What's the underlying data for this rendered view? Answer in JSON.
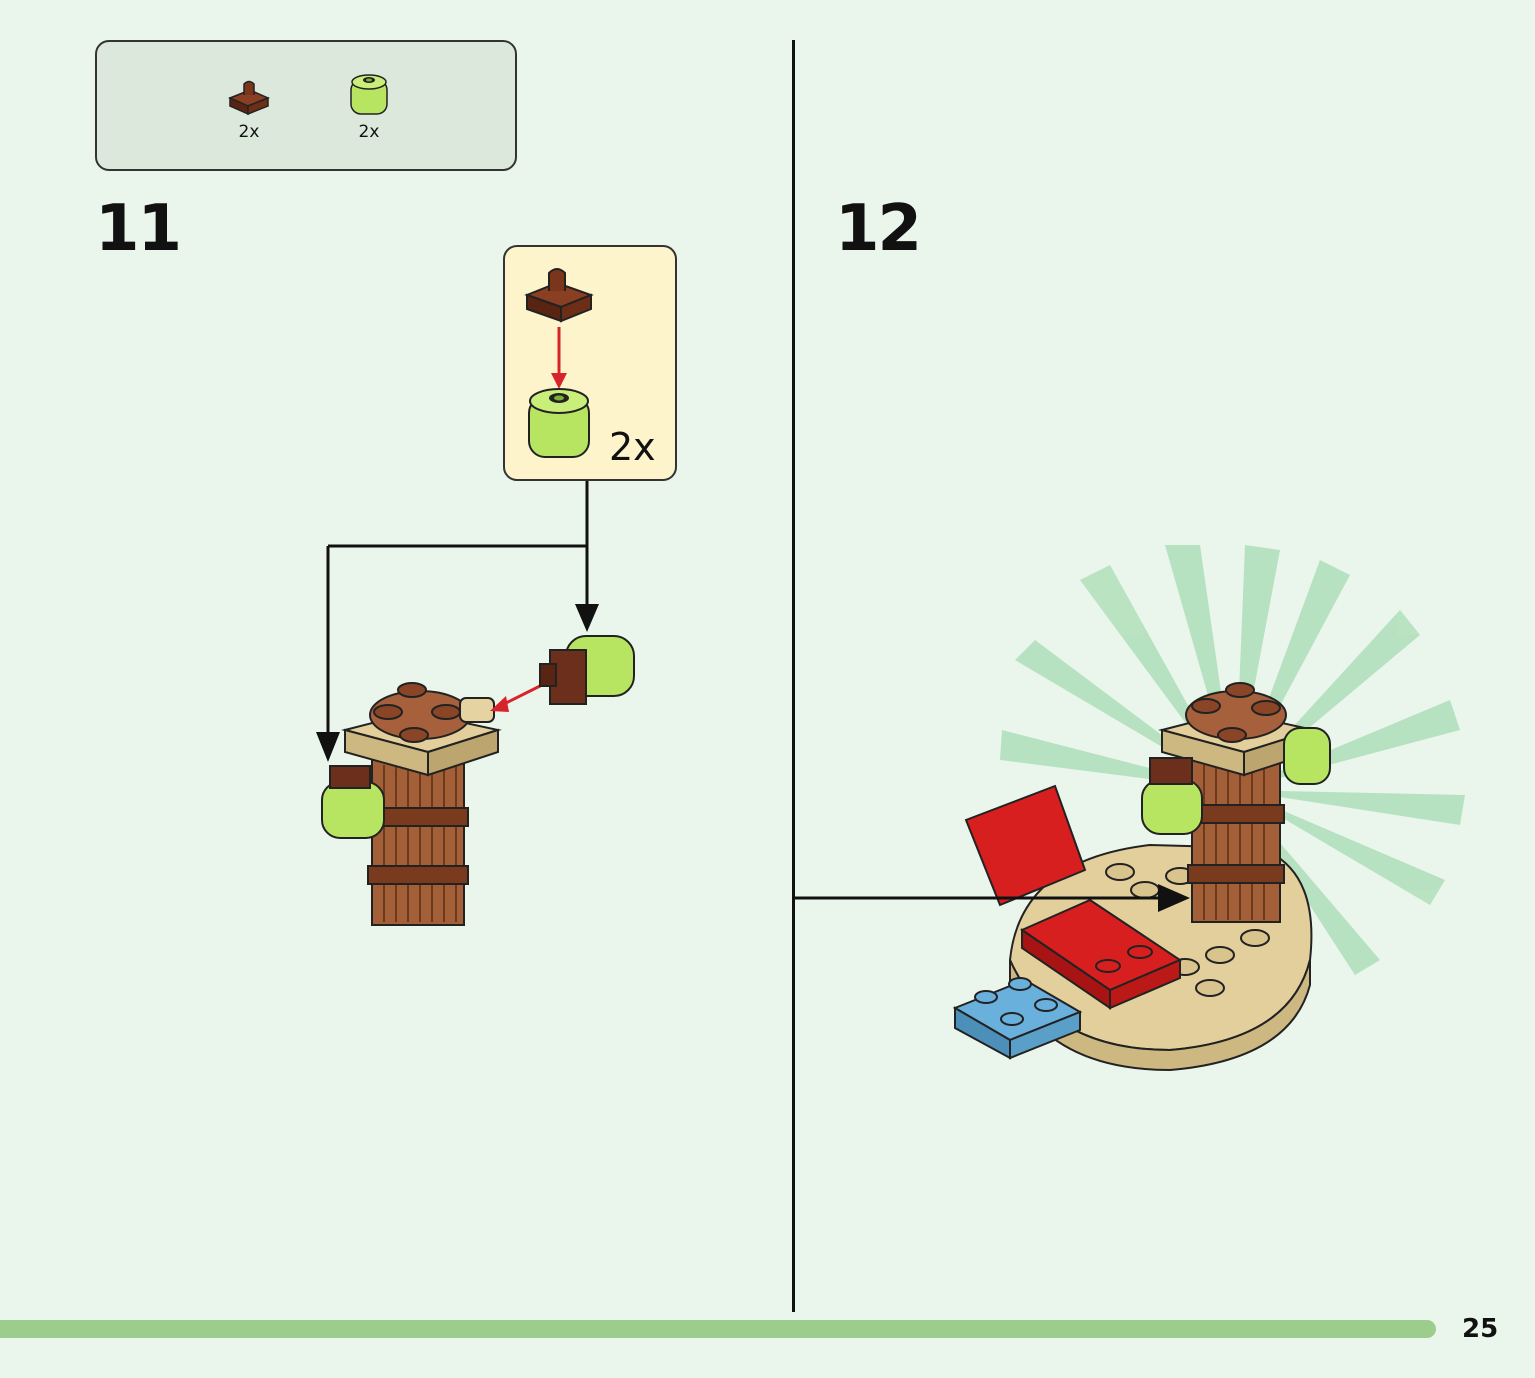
{
  "parts_list": {
    "items": [
      {
        "icon": "brown-clip-plate-icon",
        "quantity": "2x",
        "color": "#6b2f1c"
      },
      {
        "icon": "lime-round-brick-icon",
        "quantity": "2x",
        "color": "#b7e562"
      }
    ]
  },
  "steps": [
    {
      "number": "11",
      "callout_quantity": "2x"
    },
    {
      "number": "12"
    }
  ],
  "page": {
    "number": "25"
  },
  "colors": {
    "background": "#eaf5ec",
    "parts_box": "#dde8dd",
    "callout": "#fdf4cc",
    "progress": "#9ccd8c",
    "brick_brown": "#6b2f1c",
    "brick_lime": "#b7e562",
    "wood": "#9c5a34",
    "tan": "#e2cf9b",
    "red": "#d81f1f",
    "blue": "#6ab0dc",
    "assembly_arrow": "#d8232a",
    "glow": "#8fd39f"
  }
}
